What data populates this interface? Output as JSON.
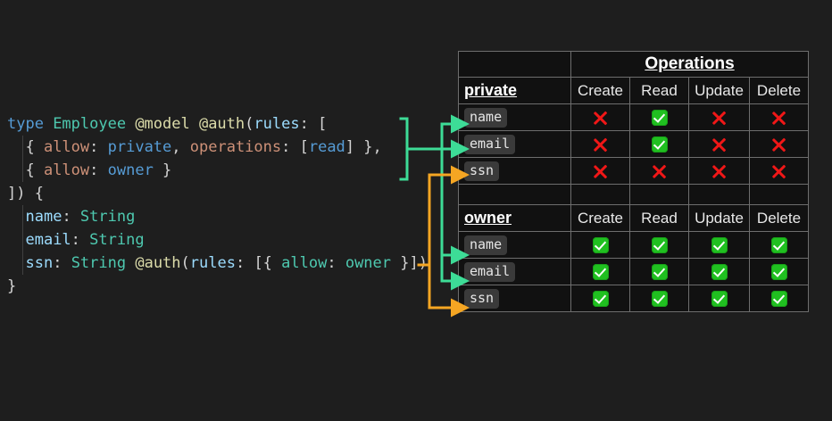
{
  "code": {
    "language": "graphql",
    "lines": [
      [
        {
          "t": "type ",
          "c": "kw"
        },
        {
          "t": "Employee ",
          "c": "typ"
        },
        {
          "t": "@model @auth",
          "c": "dir"
        },
        {
          "t": "(",
          "c": "pun"
        },
        {
          "t": "rules",
          "c": "arg"
        },
        {
          "t": ": [",
          "c": "pun"
        }
      ],
      [
        {
          "t": "  { ",
          "c": "pun"
        },
        {
          "t": "allow",
          "c": "key"
        },
        {
          "t": ": ",
          "c": "pun"
        },
        {
          "t": "private",
          "c": "val"
        },
        {
          "t": ", ",
          "c": "pun"
        },
        {
          "t": "operations",
          "c": "key"
        },
        {
          "t": ": [",
          "c": "pun"
        },
        {
          "t": "read",
          "c": "val"
        },
        {
          "t": "] },",
          "c": "pun"
        }
      ],
      [
        {
          "t": "  { ",
          "c": "pun"
        },
        {
          "t": "allow",
          "c": "key"
        },
        {
          "t": ": ",
          "c": "pun"
        },
        {
          "t": "owner",
          "c": "val"
        },
        {
          "t": " }",
          "c": "pun"
        }
      ],
      [
        {
          "t": "]) {",
          "c": "pun"
        }
      ],
      [
        {
          "t": "  ",
          "c": "pun"
        },
        {
          "t": "name",
          "c": "arg"
        },
        {
          "t": ": ",
          "c": "pun"
        },
        {
          "t": "String",
          "c": "typ"
        }
      ],
      [
        {
          "t": "  ",
          "c": "pun"
        },
        {
          "t": "email",
          "c": "arg"
        },
        {
          "t": ": ",
          "c": "pun"
        },
        {
          "t": "String",
          "c": "typ"
        }
      ],
      [
        {
          "t": "  ",
          "c": "pun"
        },
        {
          "t": "ssn",
          "c": "arg"
        },
        {
          "t": ": ",
          "c": "pun"
        },
        {
          "t": "String ",
          "c": "typ"
        },
        {
          "t": "@auth",
          "c": "dir"
        },
        {
          "t": "(",
          "c": "pun"
        },
        {
          "t": "rules",
          "c": "arg"
        },
        {
          "t": ": [{ ",
          "c": "pun"
        },
        {
          "t": "allow",
          "c": "gval"
        },
        {
          "t": ": ",
          "c": "pun"
        },
        {
          "t": "owner",
          "c": "gval"
        },
        {
          "t": " }])",
          "c": "pun"
        }
      ],
      [
        {
          "t": "}",
          "c": "pun"
        }
      ]
    ]
  },
  "table": {
    "operations_header": "Operations",
    "columns": [
      "Create",
      "Read",
      "Update",
      "Delete"
    ],
    "sections": [
      {
        "name": "private",
        "rows": [
          {
            "field": "name",
            "marks": [
              "no",
              "yes",
              "no",
              "no"
            ]
          },
          {
            "field": "email",
            "marks": [
              "no",
              "yes",
              "no",
              "no"
            ]
          },
          {
            "field": "ssn",
            "marks": [
              "no",
              "no",
              "no",
              "no"
            ]
          }
        ]
      },
      {
        "name": "owner",
        "rows": [
          {
            "field": "name",
            "marks": [
              "yes",
              "yes",
              "yes",
              "yes"
            ]
          },
          {
            "field": "email",
            "marks": [
              "yes",
              "yes",
              "yes",
              "yes"
            ]
          },
          {
            "field": "ssn",
            "marks": [
              "yes",
              "yes",
              "yes",
              "yes"
            ]
          }
        ]
      }
    ]
  },
  "connectors": {
    "model_rule_color": "#3ddc97",
    "field_rule_color": "#f5a623",
    "model_rule_targets": [
      "private.name",
      "private.email",
      "owner.name",
      "owner.email"
    ],
    "field_rule_targets": [
      "private.ssn",
      "owner.ssn"
    ]
  },
  "colors": {
    "background": "#1e1e1e",
    "table_background": "#111111",
    "gridline": "#6e6e6e",
    "check": "#20c020",
    "cross": "#f01717",
    "chip_background": "#3a3a3a"
  }
}
